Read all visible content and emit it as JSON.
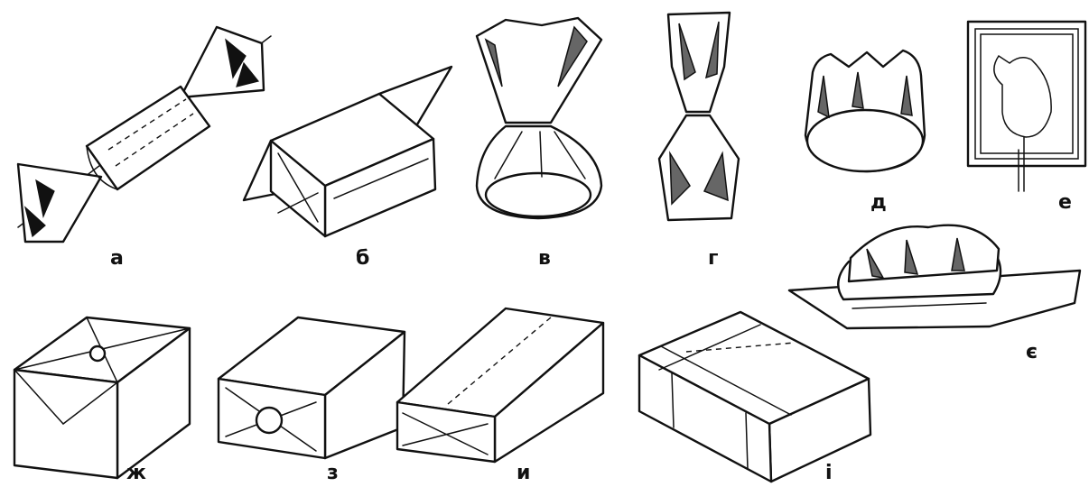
{
  "labels": {
    "a": "а",
    "b": "б",
    "v": "в",
    "g": "г",
    "d": "д",
    "e": "е",
    "ye": "є",
    "zh": "ж",
    "z": "з",
    "y": "и",
    "i": "і"
  }
}
